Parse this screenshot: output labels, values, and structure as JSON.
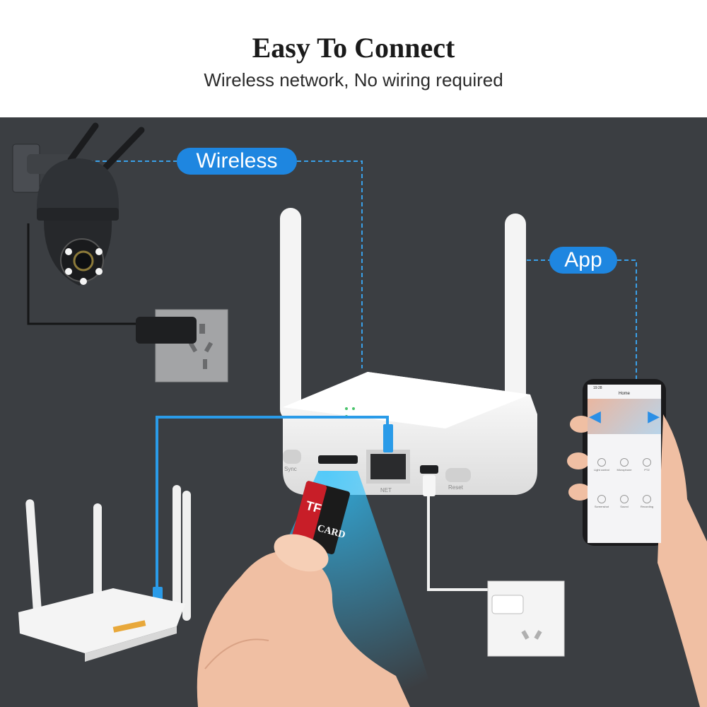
{
  "header": {
    "title": "Easy To Connect",
    "subtitle": "Wireless network, No wiring required"
  },
  "labels": {
    "wireless": "Wireless",
    "app": "App"
  },
  "hub": {
    "sync_label": "Sync",
    "net_label": "NET",
    "reset_label": "Reset"
  },
  "card": {
    "brand_text": "TF",
    "card_text": "CARD"
  },
  "phone": {
    "status_time": "19:28",
    "screen_title": "Home",
    "controls": [
      "Light control",
      "Microphone",
      "PTZ",
      "Screenshot",
      "Sound",
      "Recording"
    ]
  },
  "colors": {
    "accent_blue": "#1e86e0",
    "background_dark": "#3b3e42",
    "dashed_line": "#3aa0e8"
  },
  "icons": [
    "ptz-camera-icon",
    "wall-socket-icon",
    "nvr-hub-icon",
    "wifi-router-icon",
    "tf-card-icon",
    "smartphone-icon",
    "hand-icon"
  ]
}
